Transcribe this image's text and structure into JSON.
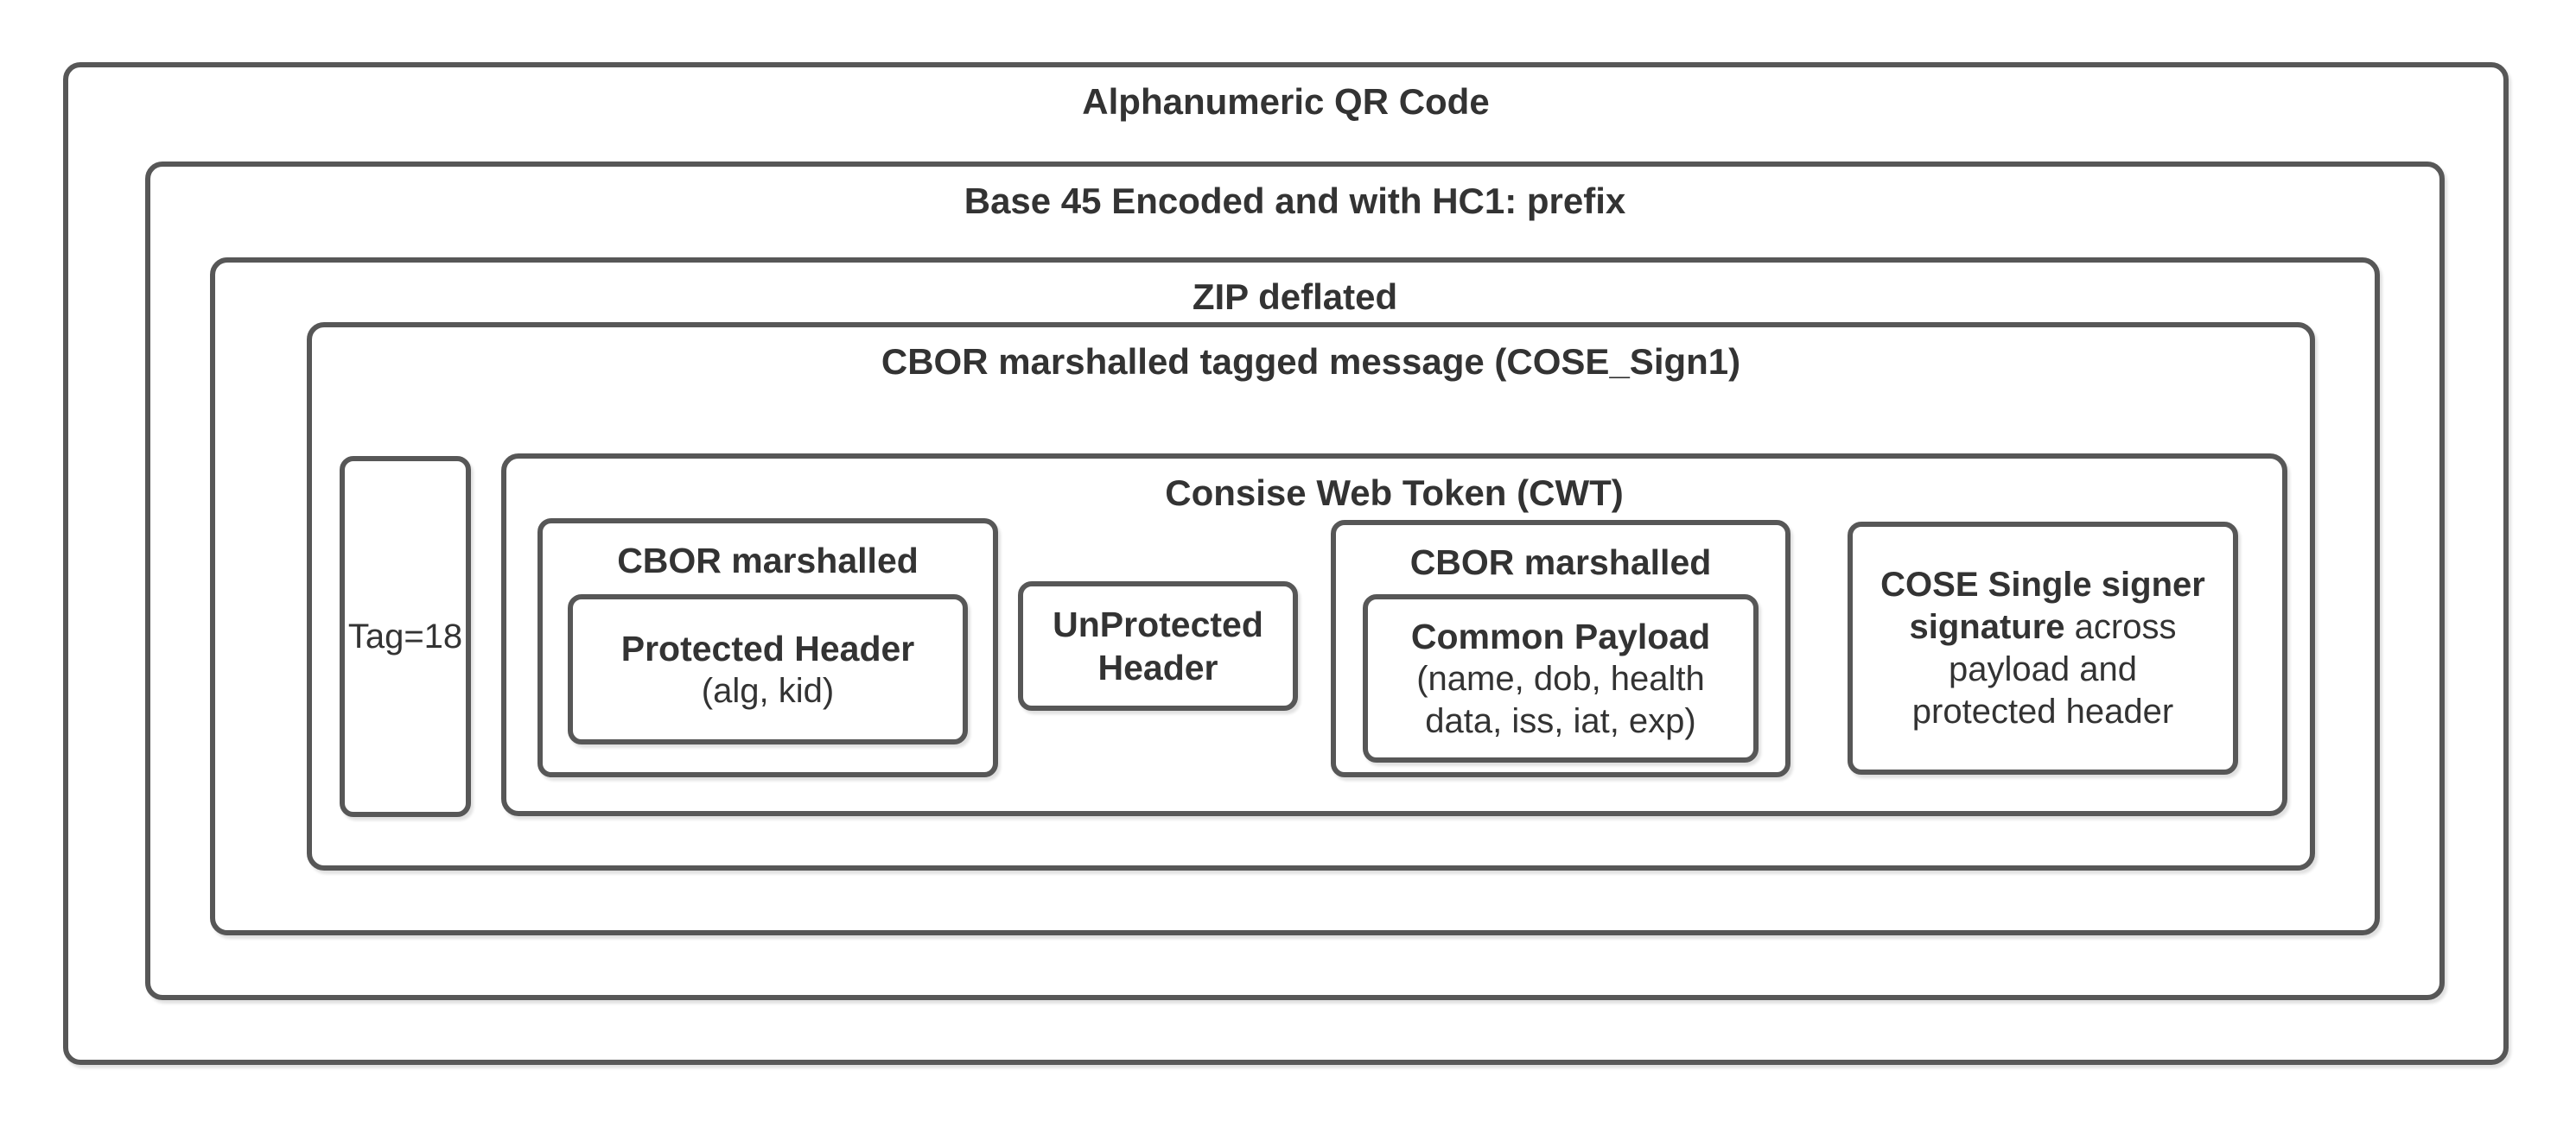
{
  "diagram": {
    "colors": {
      "border": "#575757",
      "text": "#333333",
      "background": "#ffffff"
    },
    "layers": [
      {
        "title": "Alphanumeric QR Code"
      },
      {
        "title": "Base 45 Encoded and with HC1: prefix"
      },
      {
        "title": "ZIP deflated"
      },
      {
        "title": "CBOR marshalled tagged message (COSE_Sign1)"
      }
    ],
    "tag": {
      "label": "Tag=18"
    },
    "cwt": {
      "title": "Consise Web Token (CWT)",
      "protected_wrapper": {
        "title": "CBOR marshalled"
      },
      "protected": {
        "line1": "Protected Header",
        "line2": "(alg, kid)"
      },
      "unprotected": {
        "line1": "UnProtected",
        "line2": "Header"
      },
      "payload_wrapper": {
        "title": "CBOR marshalled"
      },
      "payload": {
        "line1": "Common Payload",
        "line2": "(name, dob, health",
        "line3": "data, iss, iat, exp)"
      },
      "signature": {
        "line1_bold": "COSE Single signer",
        "line2_bold": "signature ",
        "line2_rest": "across",
        "line3": "payload and",
        "line4": "protected header"
      }
    }
  }
}
